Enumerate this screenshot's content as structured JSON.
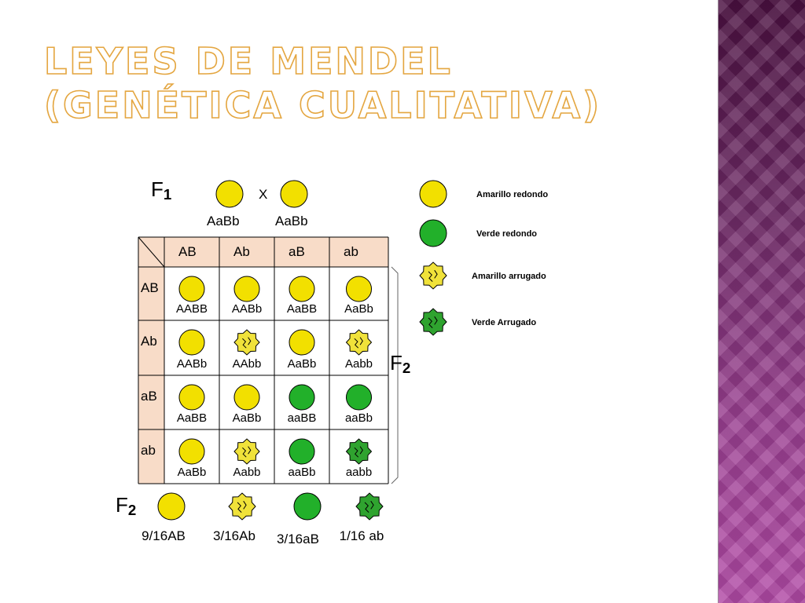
{
  "title": "Leyes de Mendel (Genética Cualitativa)",
  "parents": {
    "generation_label": "F",
    "generation_sub": "1",
    "cross_symbol": "X",
    "left_genotype": "AaBb",
    "right_genotype": "AaBb"
  },
  "punnett": {
    "col_headers": [
      "AB",
      "Ab",
      "aB",
      "ab"
    ],
    "row_headers": [
      "AB",
      "Ab",
      "aB",
      "ab"
    ],
    "cells": [
      [
        {
          "g": "AABB",
          "p": "yr"
        },
        {
          "g": "AABb",
          "p": "yr"
        },
        {
          "g": "AaBB",
          "p": "yr"
        },
        {
          "g": "AaBb",
          "p": "yr"
        }
      ],
      [
        {
          "g": "AABb",
          "p": "yr"
        },
        {
          "g": "AAbb",
          "p": "yw"
        },
        {
          "g": "AaBb",
          "p": "yr"
        },
        {
          "g": "Aabb",
          "p": "yw"
        }
      ],
      [
        {
          "g": "AaBB",
          "p": "yr"
        },
        {
          "g": "AaBb",
          "p": "yr"
        },
        {
          "g": "aaBB",
          "p": "gr"
        },
        {
          "g": "aaBb",
          "p": "gr"
        }
      ],
      [
        {
          "g": "AaBb",
          "p": "yr"
        },
        {
          "g": "Aabb",
          "p": "yw"
        },
        {
          "g": "aaBb",
          "p": "gr"
        },
        {
          "g": "aabb",
          "p": "gw"
        }
      ]
    ],
    "side_label": "F",
    "side_sub": "2"
  },
  "legend": [
    {
      "icon": "yr",
      "label": "Amarillo redondo"
    },
    {
      "icon": "gr",
      "label": "Verde redondo"
    },
    {
      "icon": "yw",
      "label": "Amarillo arrugado"
    },
    {
      "icon": "gw",
      "label": "Verde Arrugado"
    }
  ],
  "summary": {
    "label": "F",
    "sub": "2",
    "items": [
      {
        "icon": "yr",
        "label": "9/16AB"
      },
      {
        "icon": "yw",
        "label": "3/16Ab"
      },
      {
        "icon": "gr",
        "label": "3/16aB"
      },
      {
        "icon": "gw",
        "label": "1/16 ab"
      }
    ]
  },
  "colors": {
    "yellow": "#f2e000",
    "yellow_wrinkled": "#f0e23a",
    "green": "#22b02a",
    "green_wrinkled": "#2fa32f",
    "header_fill": "#f8dcc8",
    "title_outline": "#e4a640"
  }
}
